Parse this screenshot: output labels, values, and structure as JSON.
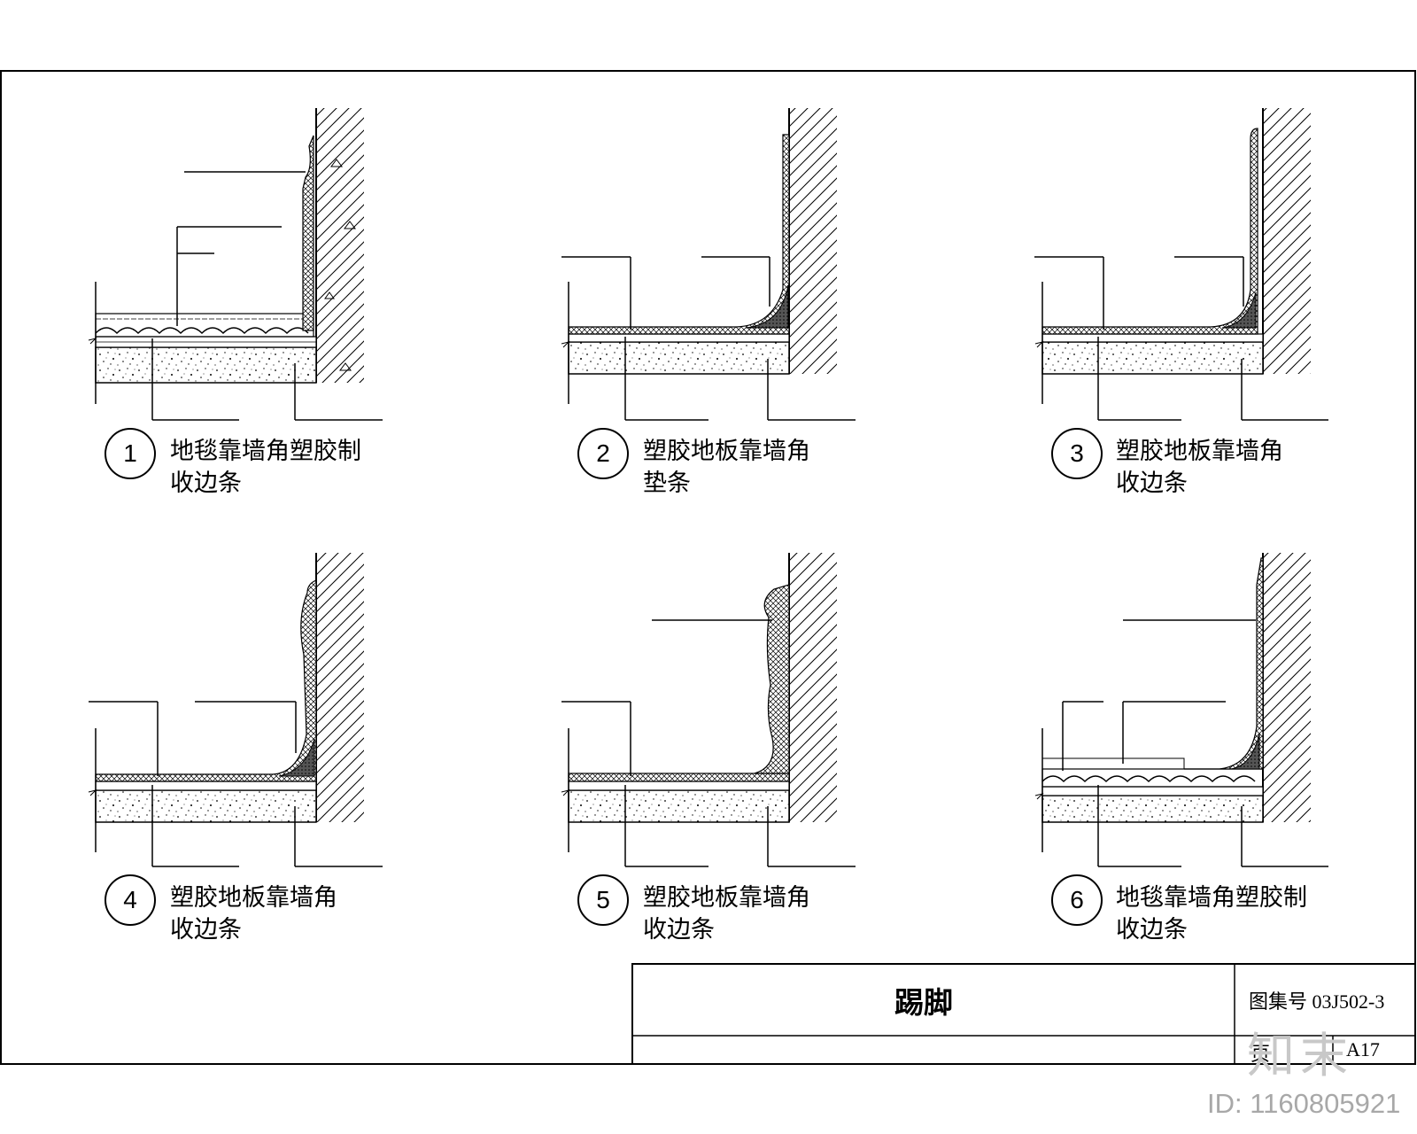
{
  "details": [
    {
      "number": "1",
      "caption_line1": "地毯靠墙角塑胶制",
      "caption_line2": "收边条"
    },
    {
      "number": "2",
      "caption_line1": "塑胶地板靠墙角",
      "caption_line2": "垫条"
    },
    {
      "number": "3",
      "caption_line1": "塑胶地板靠墙角",
      "caption_line2": "收边条"
    },
    {
      "number": "4",
      "caption_line1": "塑胶地板靠墙角",
      "caption_line2": "收边条"
    },
    {
      "number": "5",
      "caption_line1": "塑胶地板靠墙角",
      "caption_line2": "收边条"
    },
    {
      "number": "6",
      "caption_line1": "地毯靠墙角塑胶制",
      "caption_line2": "收边条"
    }
  ],
  "title_block": {
    "title": "踢脚",
    "atlas_label": "图集号 03J502-3",
    "page_label": "页",
    "page_value": "A17"
  },
  "watermark": {
    "logo_text": "知末",
    "id_text": "ID: 1160805921"
  }
}
